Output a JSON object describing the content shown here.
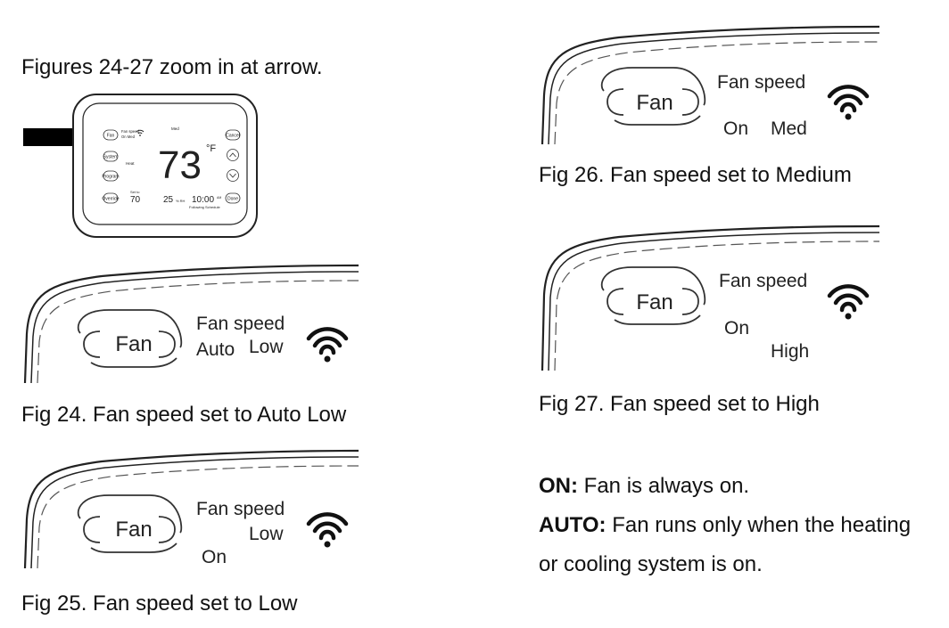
{
  "intro": "Figures 24-27 zoom in at arrow.",
  "thermostat": {
    "buttons": [
      "Fan",
      "System",
      "Program",
      "Override",
      "Cancel",
      "Done"
    ],
    "fan_speed_label": "Fan speed",
    "fan_status": "On  Med",
    "mode_top": "Med",
    "mode": "Heat",
    "temperature": "73",
    "unit": "°F",
    "set_to_label": "Set to",
    "setpoint": "70",
    "humidity": "25",
    "humidity_unit": "% RH",
    "time": "10:00",
    "time_suffix": "AM",
    "schedule": "Following Schedule"
  },
  "panels": {
    "fig24": {
      "button": "Fan",
      "heading": "Fan speed",
      "mode": "Auto",
      "speed": "Low"
    },
    "fig25": {
      "button": "Fan",
      "heading": "Fan speed",
      "speed": "Low",
      "mode": "On"
    },
    "fig26": {
      "button": "Fan",
      "heading": "Fan speed",
      "mode": "On",
      "speed": "Med"
    },
    "fig27": {
      "button": "Fan",
      "heading": "Fan speed",
      "mode": "On",
      "speed": "High"
    }
  },
  "captions": {
    "fig24": "Fig 24. Fan speed set to Auto Low",
    "fig25": "Fig 25. Fan speed set to Low",
    "fig26": "Fig 26. Fan speed set to Medium",
    "fig27": "Fig 27. Fan speed set to High"
  },
  "definitions": {
    "on_term": "ON:",
    "on_text": " Fan is always on.",
    "auto_term": "AUTO:",
    "auto_text_1": " Fan runs only when the heating",
    "auto_text_2": "or cooling system is on."
  },
  "icons": {
    "pointer": "arrow-right-icon",
    "signal": "wifi-icon"
  }
}
